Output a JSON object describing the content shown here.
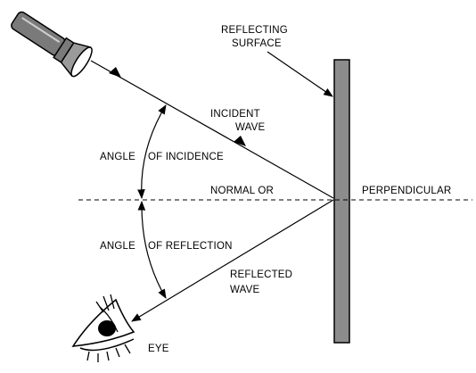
{
  "labels": {
    "reflecting_surface_line1": "REFLECTING",
    "reflecting_surface_line2": "SURFACE",
    "incident_wave_line1": "INCIDENT",
    "incident_wave_line2": "WAVE",
    "angle_of_incidence_a": "ANGLE",
    "angle_of_incidence_b": "OF INCIDENCE",
    "normal_or": "NORMAL OR",
    "perpendicular": "PERPENDICULAR",
    "angle_of_reflection_a": "ANGLE",
    "angle_of_reflection_b": "OF REFLECTION",
    "reflected_wave_line1": "REFLECTED",
    "reflected_wave_line2": "WAVE",
    "eye": "EYE"
  },
  "icons": [
    "flashlight-icon",
    "eye-icon"
  ],
  "colors": {
    "line": "#000000",
    "surface_fill": "#8c8c8c",
    "flashlight_fill": "#7a7a7a"
  }
}
